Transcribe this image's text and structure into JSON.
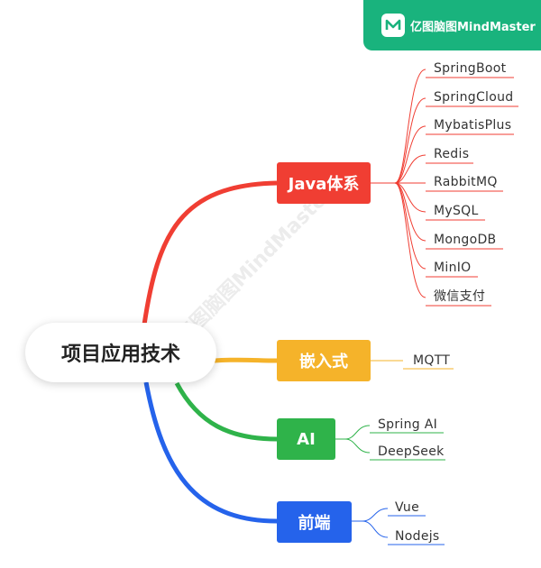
{
  "brand": {
    "name": "亿图脑图MindMaster",
    "icon": "mindmaster-logo-icon"
  },
  "watermark": {
    "text": "亿图脑图MindMaster"
  },
  "root": {
    "label": "项目应用技术"
  },
  "branches": [
    {
      "label": "Java体系",
      "color": "#f03e33",
      "children": [
        "SpringBoot",
        "SpringCloud",
        "MybatisPlus",
        "Redis",
        "RabbitMQ",
        "MySQL",
        "MongoDB",
        "MinIO",
        "微信支付"
      ]
    },
    {
      "label": "嵌入式",
      "color": "#f5b32a",
      "children": [
        "MQTT"
      ]
    },
    {
      "label": "AI",
      "color": "#2fb34a",
      "children": [
        "Spring AI",
        "DeepSeek"
      ]
    },
    {
      "label": "前端",
      "color": "#2563eb",
      "children": [
        "Vue",
        "Nodejs"
      ]
    }
  ]
}
